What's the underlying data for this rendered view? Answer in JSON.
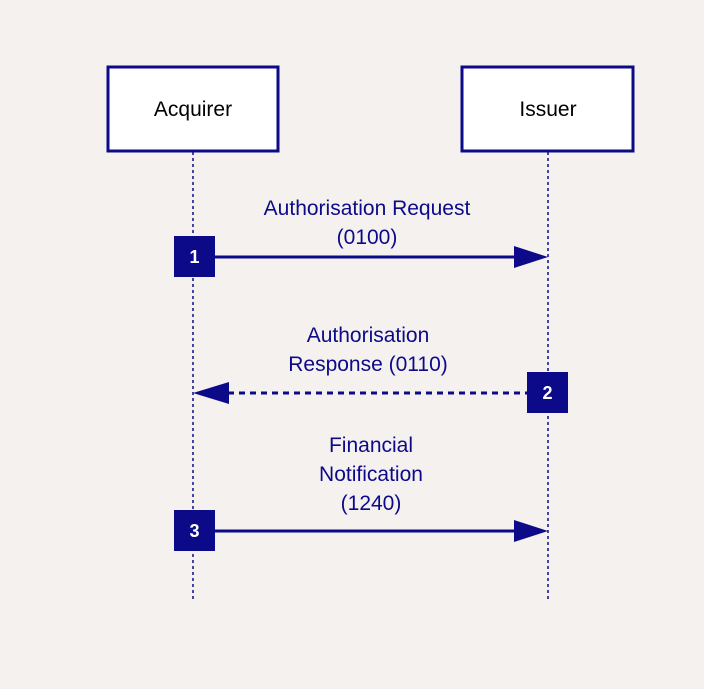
{
  "colors": {
    "background": "#f5f1ef",
    "accent": "#0d0a8a",
    "box_fill": "#ffffff"
  },
  "participants": [
    {
      "name": "Acquirer"
    },
    {
      "name": "Issuer"
    }
  ],
  "messages": [
    {
      "number": "1",
      "label_lines": [
        "Authorisation Request",
        "(0100)"
      ],
      "from": "Acquirer",
      "to": "Issuer",
      "style": "solid"
    },
    {
      "number": "2",
      "label_lines": [
        "Authorisation",
        "Response (0110)"
      ],
      "from": "Issuer",
      "to": "Acquirer",
      "style": "dashed"
    },
    {
      "number": "3",
      "label_lines": [
        "Financial",
        "Notification",
        "(1240)"
      ],
      "from": "Acquirer",
      "to": "Issuer",
      "style": "solid"
    }
  ]
}
